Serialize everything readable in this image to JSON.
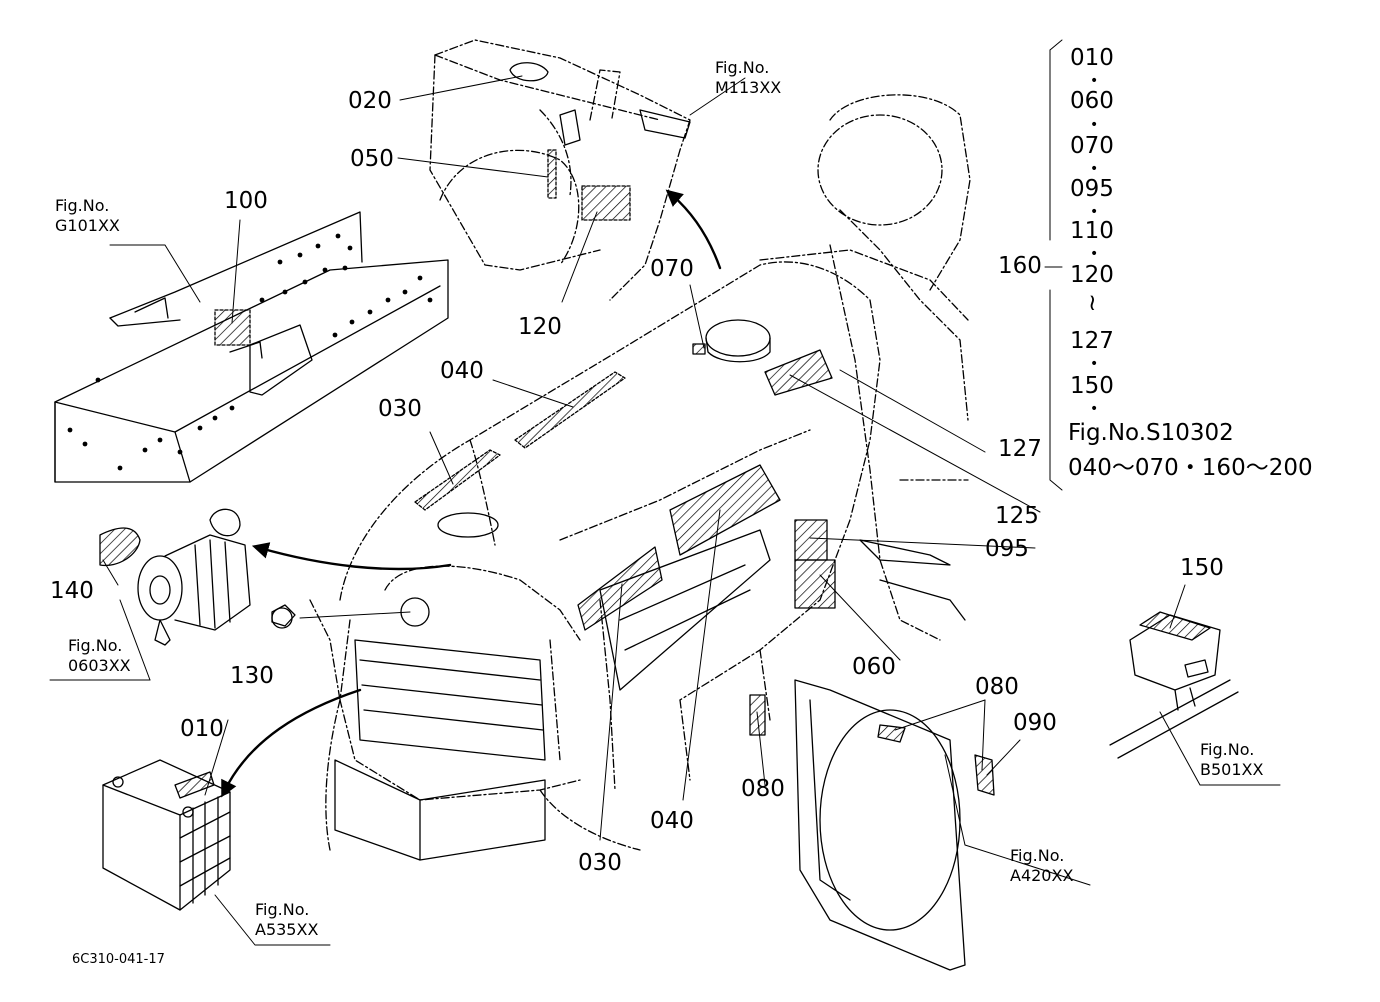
{
  "diagram": {
    "drawing_code": "6C310-041-17",
    "callouts": [
      {
        "id": "010",
        "label": "010"
      },
      {
        "id": "020",
        "label": "020"
      },
      {
        "id": "030a",
        "label": "030"
      },
      {
        "id": "030b",
        "label": "030"
      },
      {
        "id": "040a",
        "label": "040"
      },
      {
        "id": "040b",
        "label": "040"
      },
      {
        "id": "050",
        "label": "050"
      },
      {
        "id": "060",
        "label": "060"
      },
      {
        "id": "070",
        "label": "070"
      },
      {
        "id": "080a",
        "label": "080"
      },
      {
        "id": "080b",
        "label": "080"
      },
      {
        "id": "090",
        "label": "090"
      },
      {
        "id": "095",
        "label": "095"
      },
      {
        "id": "100",
        "label": "100"
      },
      {
        "id": "120",
        "label": "120"
      },
      {
        "id": "125",
        "label": "125"
      },
      {
        "id": "127",
        "label": "127"
      },
      {
        "id": "130",
        "label": "130"
      },
      {
        "id": "140",
        "label": "140"
      },
      {
        "id": "150",
        "label": "150"
      },
      {
        "id": "160",
        "label": "160"
      }
    ],
    "figure_refs": [
      {
        "id": "m113",
        "prefix": "Fig.No.",
        "number": "M113XX"
      },
      {
        "id": "g101",
        "prefix": "Fig.No.",
        "number": "G101XX"
      },
      {
        "id": "f0603",
        "prefix": "Fig.No.",
        "number": "0603XX"
      },
      {
        "id": "a535",
        "prefix": "Fig.No.",
        "number": "A535XX"
      },
      {
        "id": "a420",
        "prefix": "Fig.No.",
        "number": "A420XX"
      },
      {
        "id": "b501",
        "prefix": "Fig.No.",
        "number": "B501XX"
      }
    ],
    "set_group": {
      "items": [
        "010",
        "060",
        "070",
        "095",
        "110",
        "120",
        "127",
        "150"
      ],
      "range_mark": "≀",
      "separator": "•",
      "note_line1": "Fig.No.S10302",
      "note_line2": "040～070・160～200"
    }
  }
}
